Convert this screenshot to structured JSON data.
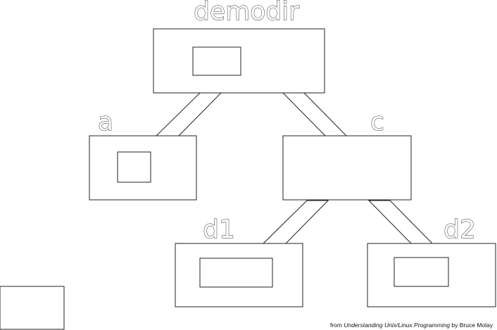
{
  "nodes": {
    "demodir": {
      "label": "demodir"
    },
    "a": {
      "label": "a"
    },
    "c": {
      "label": "c"
    },
    "d1": {
      "label": "d1"
    },
    "d2": {
      "label": "d2"
    }
  },
  "credit": {
    "prefix": "from ",
    "title": "Understanding Unix/Linux Programming",
    "suffix": " by Bruce Molay"
  }
}
